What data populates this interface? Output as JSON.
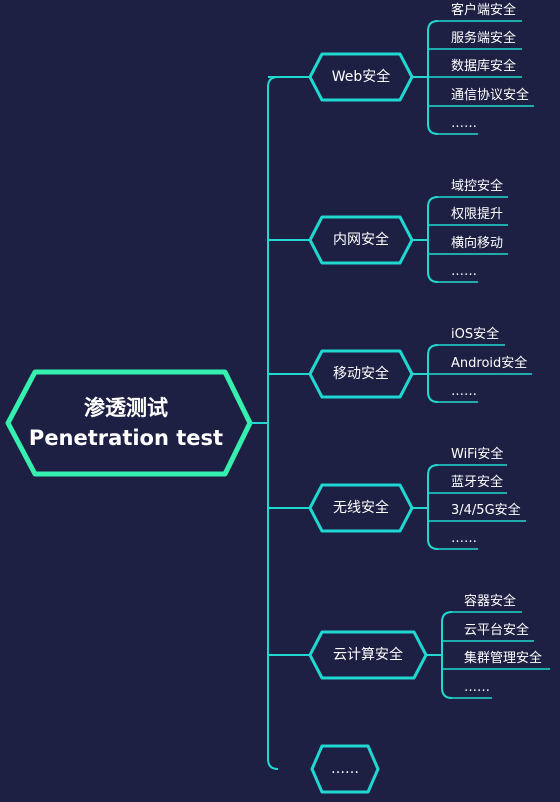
{
  "root": {
    "title_cn": "渗透测试",
    "title_en": "Penetration test"
  },
  "categories": [
    {
      "label": "Web安全",
      "items": [
        "客户端安全",
        "服务端安全",
        "数据库安全",
        "通信协议安全",
        "……"
      ]
    },
    {
      "label": "内网安全",
      "items": [
        "域控安全",
        "权限提升",
        "横向移动",
        "……"
      ]
    },
    {
      "label": "移动安全",
      "items": [
        "iOS安全",
        "Android安全",
        "……"
      ]
    },
    {
      "label": "无线安全",
      "items": [
        "WiFi安全",
        "蓝牙安全",
        "3/4/5G安全",
        "……"
      ]
    },
    {
      "label": "云计算安全",
      "items": [
        "容器安全",
        "云平台安全",
        "集群管理安全",
        "……"
      ]
    },
    {
      "label": "……",
      "items": []
    }
  ],
  "colors": {
    "background": "#1d2043",
    "root_border": "#35f0ae",
    "branch": "#20d8d0",
    "text": "#ffffff"
  }
}
